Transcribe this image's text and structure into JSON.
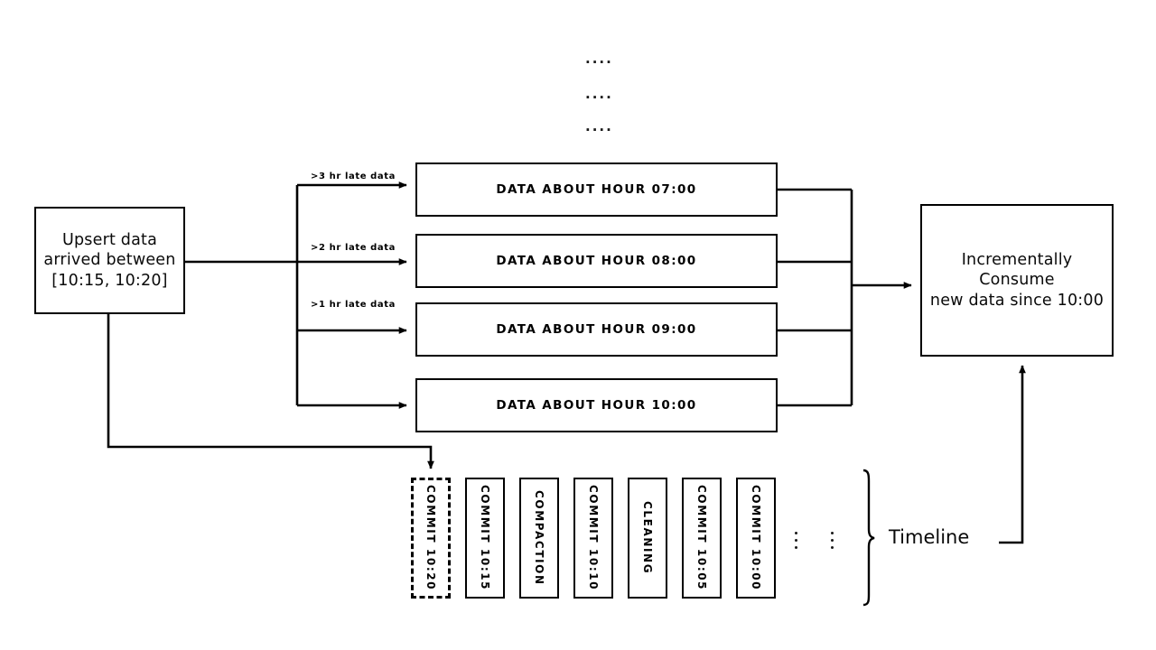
{
  "diagram": {
    "title": "Incremental data consumption with late-arriving data and commit timeline",
    "colors": {
      "stroke": "#000000",
      "background": "#ffffff",
      "text": "#0a0a0a"
    }
  },
  "source": {
    "label_line1": "Upsert data",
    "label_line2": "arrived between",
    "label_line3": "[10:15, 10:20]"
  },
  "edge_labels": [
    {
      "text": ">3 hr late data"
    },
    {
      "text": ">2 hr late data"
    },
    {
      "text": ">1 hr late data"
    }
  ],
  "hour_boxes": [
    {
      "label": "Data about hour 07:00"
    },
    {
      "label": "Data about hour 08:00"
    },
    {
      "label": "Data about hour 09:00"
    },
    {
      "label": "Data about hour 10:00"
    }
  ],
  "vertical_ellipsis": {
    "rows": [
      "....",
      "....",
      "...."
    ]
  },
  "consumer": {
    "label_line1": "Incrementally Consume",
    "label_line2": "new data since 10:00"
  },
  "timeline": {
    "label": "Timeline",
    "entries": [
      {
        "label": "COMMIT 10:20",
        "style": "dashed"
      },
      {
        "label": "COMMIT 10:15",
        "style": "solid"
      },
      {
        "label": "COMPACTION",
        "style": "solid"
      },
      {
        "label": "COMMIT 10:10",
        "style": "solid"
      },
      {
        "label": "CLEANING",
        "style": "solid"
      },
      {
        "label": "COMMIT 10:05",
        "style": "solid"
      },
      {
        "label": "COMMIT 10:00",
        "style": "solid"
      }
    ],
    "ellipsis_groups": 2
  }
}
